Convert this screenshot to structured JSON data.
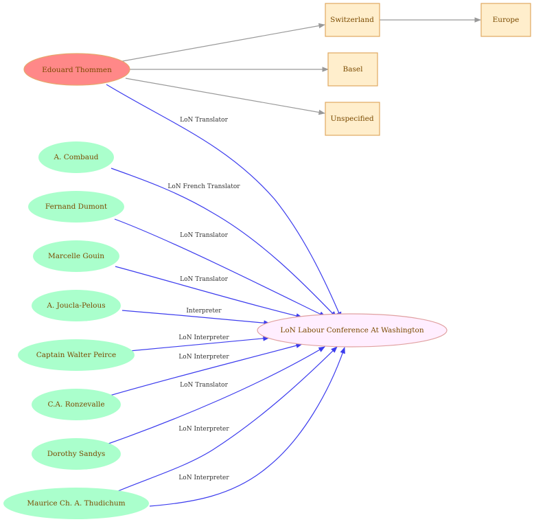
{
  "colors": {
    "person_fill": "#aaffcc",
    "central_person_fill": "#ff8888",
    "central_person_stroke": "#e6a66a",
    "event_fill": "#ffeeff",
    "event_stroke": "#e0a0a0",
    "place_fill": "#ffeecc",
    "place_stroke": "#e0a860",
    "blue_edge": "#3b3bee",
    "gray_edge": "#999999",
    "label_text": "#7a4a00"
  },
  "nodes": {
    "thommen": "Edouard Thommen",
    "switzerland": "Switzerland",
    "europe": "Europe",
    "basel": "Basel",
    "unspecified": "Unspecified",
    "combaud": "A.  Combaud",
    "dumont": "Fernand Dumont",
    "gouin": "Marcelle Gouin",
    "joucla": "A. Joucla-Pelous",
    "peirce": "Captain Walter Peirce",
    "ronzevalle": "C.A. Ronzevalle",
    "sandys": "Dorothy Sandys",
    "thudichum": "Maurice Ch. A.  Thudichum",
    "conference": "LoN Labour Conference At Washington"
  },
  "edges": {
    "thommen": "LoN Translator",
    "combaud": "LoN French Translator",
    "dumont": "LoN Translator",
    "gouin": "LoN Translator",
    "joucla": "Interpreter",
    "peirce": "LoN Interpreter",
    "ronzevalle": "LoN Interpreter",
    "sandys": "LoN Translator",
    "thudichum": "LoN Interpreter",
    "thudichum2": "LoN Interpreter"
  }
}
